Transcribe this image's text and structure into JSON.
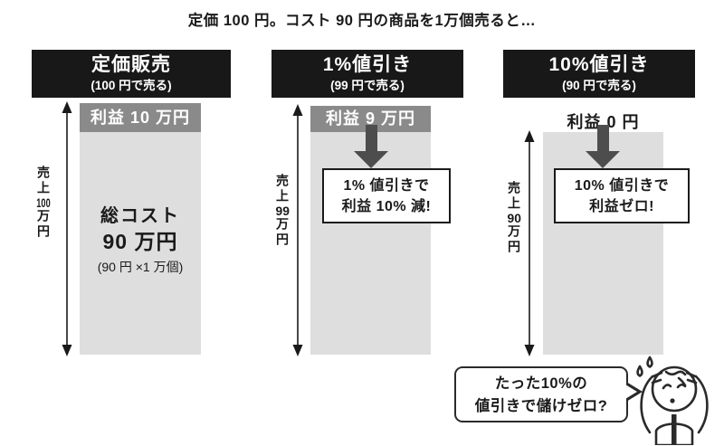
{
  "title": "定価 100 円。コスト 90 円の商品を1万個売ると…",
  "columns": [
    {
      "header_title": "定価販売",
      "header_sub": "(100 円で売る)",
      "profit_band_label": "利益 10 万円",
      "cost_line1": "総コスト",
      "cost_line2": "90 万円",
      "cost_line3": "(90 円 ×1 万個)",
      "axis": {
        "pre": "売上",
        "num": "100",
        "suf": "万円"
      }
    },
    {
      "header_title": "1%値引き",
      "header_sub": "(99 円で売る)",
      "profit_band_label": "利益 9 万円",
      "callout_line1": "1% 値引きで",
      "callout_line2": "利益 10% 減!",
      "axis": {
        "pre": "売上",
        "num": "99",
        "suf": "万円"
      }
    },
    {
      "header_title": "10%値引き",
      "header_sub": "(90 円で売る)",
      "profit_label": "利益 0 円",
      "callout_line1": "10% 値引きで",
      "callout_line2": "利益ゼロ!",
      "axis": {
        "pre": "売上",
        "num": "90",
        "suf": "万円"
      }
    }
  ],
  "speech_bubble": {
    "line1": "たった10%の",
    "line2": "値引きで儲けゼロ?"
  },
  "chart_data": {
    "type": "bar",
    "categories": [
      "定価販売 (100円)",
      "1%値引き (99円)",
      "10%値引き (90円)"
    ],
    "series": [
      {
        "name": "総コスト (万円)",
        "values": [
          90,
          90,
          90
        ]
      },
      {
        "name": "利益 (万円)",
        "values": [
          10,
          9,
          0
        ]
      }
    ],
    "sales_total_man_yen": [
      100,
      99,
      90
    ],
    "unit_price_yen": [
      100,
      99,
      90
    ],
    "units_sold": 10000
  },
  "colors": {
    "ink": "#1a1a1a",
    "header_bg": "#181818",
    "bar_fill": "#dedede",
    "band_fill": "#8a8a8a",
    "arrow_fill": "#4d4d4d"
  }
}
